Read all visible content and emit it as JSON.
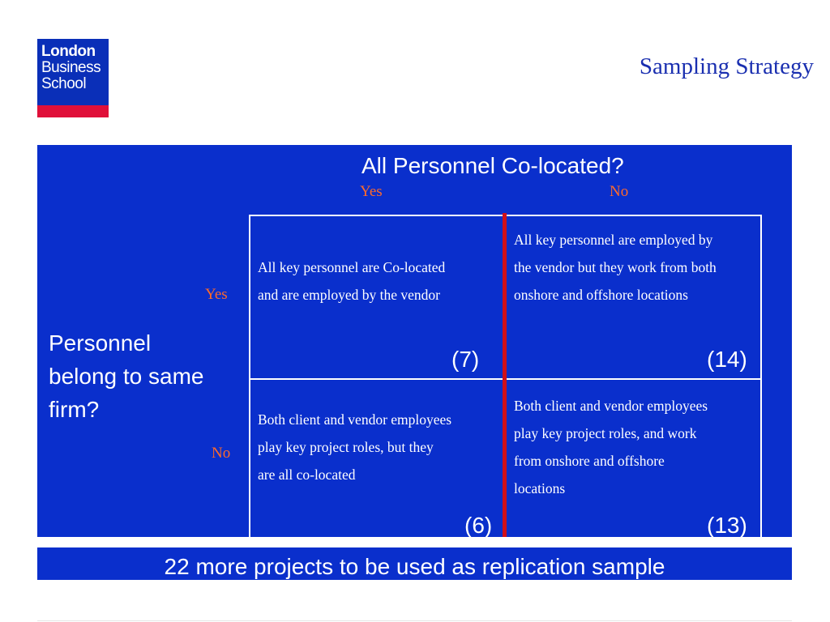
{
  "logo": {
    "line1": "London",
    "line2": "Business",
    "line3": "School"
  },
  "title": "Sampling Strategy",
  "matrix": {
    "column_header": "All Personnel Co-located?",
    "col_yes": "Yes",
    "col_no": "No",
    "row_header": "Personnel belong to same firm?",
    "row_yes": "Yes",
    "row_no": "No",
    "cells": {
      "yes_yes": {
        "text": "All key personnel are Co-located and are employed by the vendor",
        "count": "(7)"
      },
      "yes_no": {
        "text": "All key personnel are employed by the vendor but they work from both onshore and offshore locations",
        "count": "(14)"
      },
      "no_yes": {
        "text": "Both client and vendor employees play key project roles, but they are all co-located",
        "count": "(6)"
      },
      "no_no": {
        "text": "Both client and vendor employees play key project roles, and work from onshore and offshore locations",
        "count": "(13)"
      }
    }
  },
  "banner": "22 more projects to be used as replication sample",
  "colors": {
    "panel": "#0a2fcc",
    "accent_label": "#ff6a2a",
    "divider": "#d0101a",
    "title": "#1a2fb0"
  }
}
